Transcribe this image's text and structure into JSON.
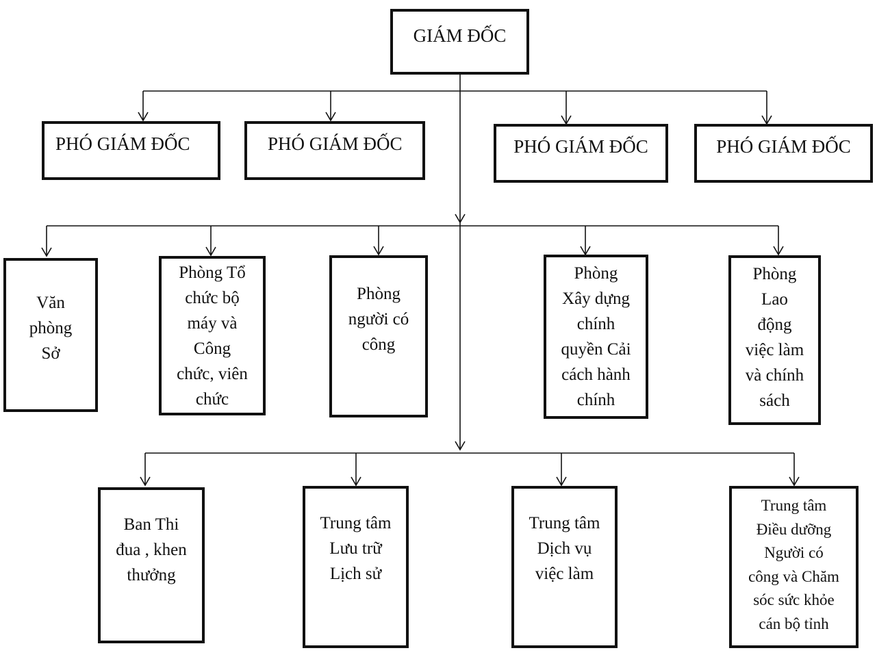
{
  "diagram": {
    "type": "org-chart",
    "root": {
      "label": "GIÁM ĐỐC"
    },
    "deputies": [
      {
        "label": "PHÓ GIÁM ĐỐC"
      },
      {
        "label": "PHÓ GIÁM ĐỐC"
      },
      {
        "label": "PHÓ GIÁM ĐỐC"
      },
      {
        "label": "PHÓ GIÁM ĐỐC"
      }
    ],
    "departments": [
      {
        "label": "Văn\nphòng\nSở"
      },
      {
        "label": "Phòng Tổ\nchức bộ\nmáy và\nCông\nchức, viên\nchức"
      },
      {
        "label": "Phòng\nngười có\ncông"
      },
      {
        "label": "Phòng\nXây dựng\nchính\nquyền Cải\ncách hành\nchính"
      },
      {
        "label": "Phòng\nLao\nđộng\nviệc làm\nvà chính\nsách"
      }
    ],
    "units": [
      {
        "label": "Ban Thi\nđua , khen\nthưởng"
      },
      {
        "label": "Trung tâm\nLưu trữ\nLịch sử"
      },
      {
        "label": "Trung tâm\nDịch vụ\nviệc làm"
      },
      {
        "label": "Trung tâm\nĐiều dưỡng\nNgười có\ncông và Chăm\nsóc sức khỏe\ncán bộ tỉnh"
      }
    ],
    "colors": {
      "line": "#111111",
      "box_fill": "#ffffff",
      "text": "#111111"
    }
  }
}
